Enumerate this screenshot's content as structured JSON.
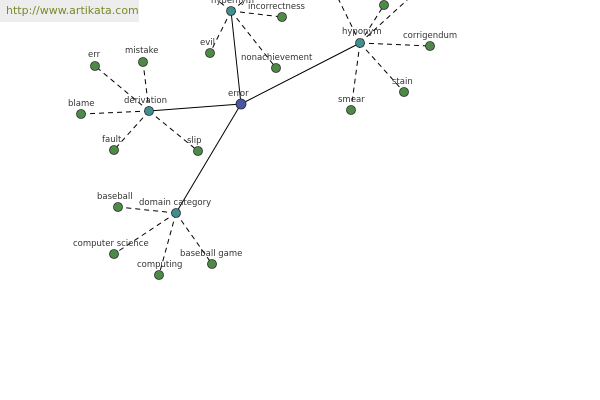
{
  "watermark": "http://www.artikata.com",
  "colors": {
    "center": "#4a55a8",
    "hub": "#3e8f8f",
    "leaf": "#4d8a46",
    "edge": "#000000"
  },
  "center": {
    "id": "error",
    "label": "error"
  },
  "hubs": [
    {
      "id": "hypernym",
      "label": "hypernym"
    },
    {
      "id": "hyponym",
      "label": "hyponym"
    },
    {
      "id": "derivation",
      "label": "derivation"
    },
    {
      "id": "domain-category",
      "label": "domain category"
    }
  ],
  "leaves": [
    {
      "id": "incorrectness",
      "label": "incorrectness",
      "hub": "hypernym"
    },
    {
      "id": "evil",
      "label": "evil",
      "hub": "hypernym"
    },
    {
      "id": "nonachievement",
      "label": "nonachievement",
      "hub": "hypernym"
    },
    {
      "id": "corrigendum",
      "label": "corrigendum",
      "hub": "hyponym"
    },
    {
      "id": "stain",
      "label": "stain",
      "hub": "hyponym"
    },
    {
      "id": "smear",
      "label": "smear",
      "hub": "hyponym"
    },
    {
      "id": "hyponym-top",
      "label": "",
      "hub": "hyponym"
    },
    {
      "id": "err",
      "label": "err",
      "hub": "derivation"
    },
    {
      "id": "mistake",
      "label": "mistake",
      "hub": "derivation"
    },
    {
      "id": "blame",
      "label": "blame",
      "hub": "derivation"
    },
    {
      "id": "fault",
      "label": "fault",
      "hub": "derivation"
    },
    {
      "id": "slip",
      "label": "slip",
      "hub": "derivation"
    },
    {
      "id": "baseball",
      "label": "baseball",
      "hub": "domain-category"
    },
    {
      "id": "computer-science",
      "label": "computer science",
      "hub": "domain-category"
    },
    {
      "id": "computing",
      "label": "computing",
      "hub": "domain-category"
    },
    {
      "id": "baseball-game",
      "label": "baseball game",
      "hub": "domain-category"
    }
  ]
}
